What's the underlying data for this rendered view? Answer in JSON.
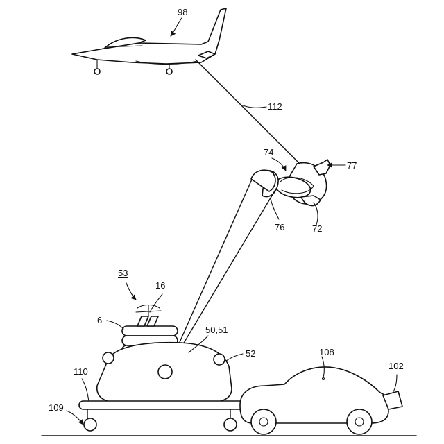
{
  "labels": {
    "aircraft": "98",
    "tether": "112",
    "mirror_unit": "74",
    "nozzle": "77",
    "reflector": "76",
    "housing": "72",
    "system": "53",
    "antenna": "16",
    "stack": "6",
    "emitter": "50,51",
    "vehicle_body": "52",
    "car": "108",
    "exhaust": "102",
    "trailer": "110",
    "wheel": "109"
  }
}
